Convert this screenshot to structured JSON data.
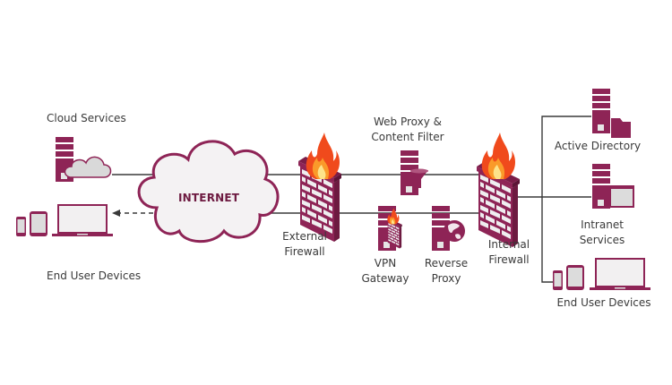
{
  "colors": {
    "brand": "#8e2456",
    "brand_dark": "#6d1a40",
    "line": "#3a3a3a",
    "device_fill": "#dcdcdc",
    "cloud_fill": "#f4f2f3",
    "flame_outer": "#f04a1c",
    "flame_mid": "#fa9a2a",
    "flame_inner": "#fde38a"
  },
  "nodes": {
    "cloud_services": {
      "label": "Cloud Services",
      "icon": "server-cloud-icon"
    },
    "end_user_left": {
      "label": "End User Devices",
      "icon": "devices-icon"
    },
    "internet": {
      "label": "INTERNET",
      "icon": "cloud-icon"
    },
    "external_firewall": {
      "line1": "External",
      "line2": "Firewall",
      "icon": "firewall-icon"
    },
    "web_proxy": {
      "line1": "Web Proxy &",
      "line2": "Content Filter",
      "icon": "server-filter-icon"
    },
    "vpn_gateway": {
      "line1": "VPN",
      "line2": "Gateway",
      "icon": "server-firewall-icon"
    },
    "reverse_proxy": {
      "line1": "Reverse",
      "line2": "Proxy",
      "icon": "server-globe-icon"
    },
    "internal_firewall": {
      "line1": "Internal",
      "line2": "Firewall",
      "icon": "firewall-icon"
    },
    "active_directory": {
      "label": "Active Directory",
      "icon": "server-folder-icon"
    },
    "intranet_services": {
      "line1": "Intranet",
      "line2": "Services",
      "icon": "server-window-icon"
    },
    "end_user_right": {
      "label": "End User Devices",
      "icon": "devices-icon"
    }
  }
}
